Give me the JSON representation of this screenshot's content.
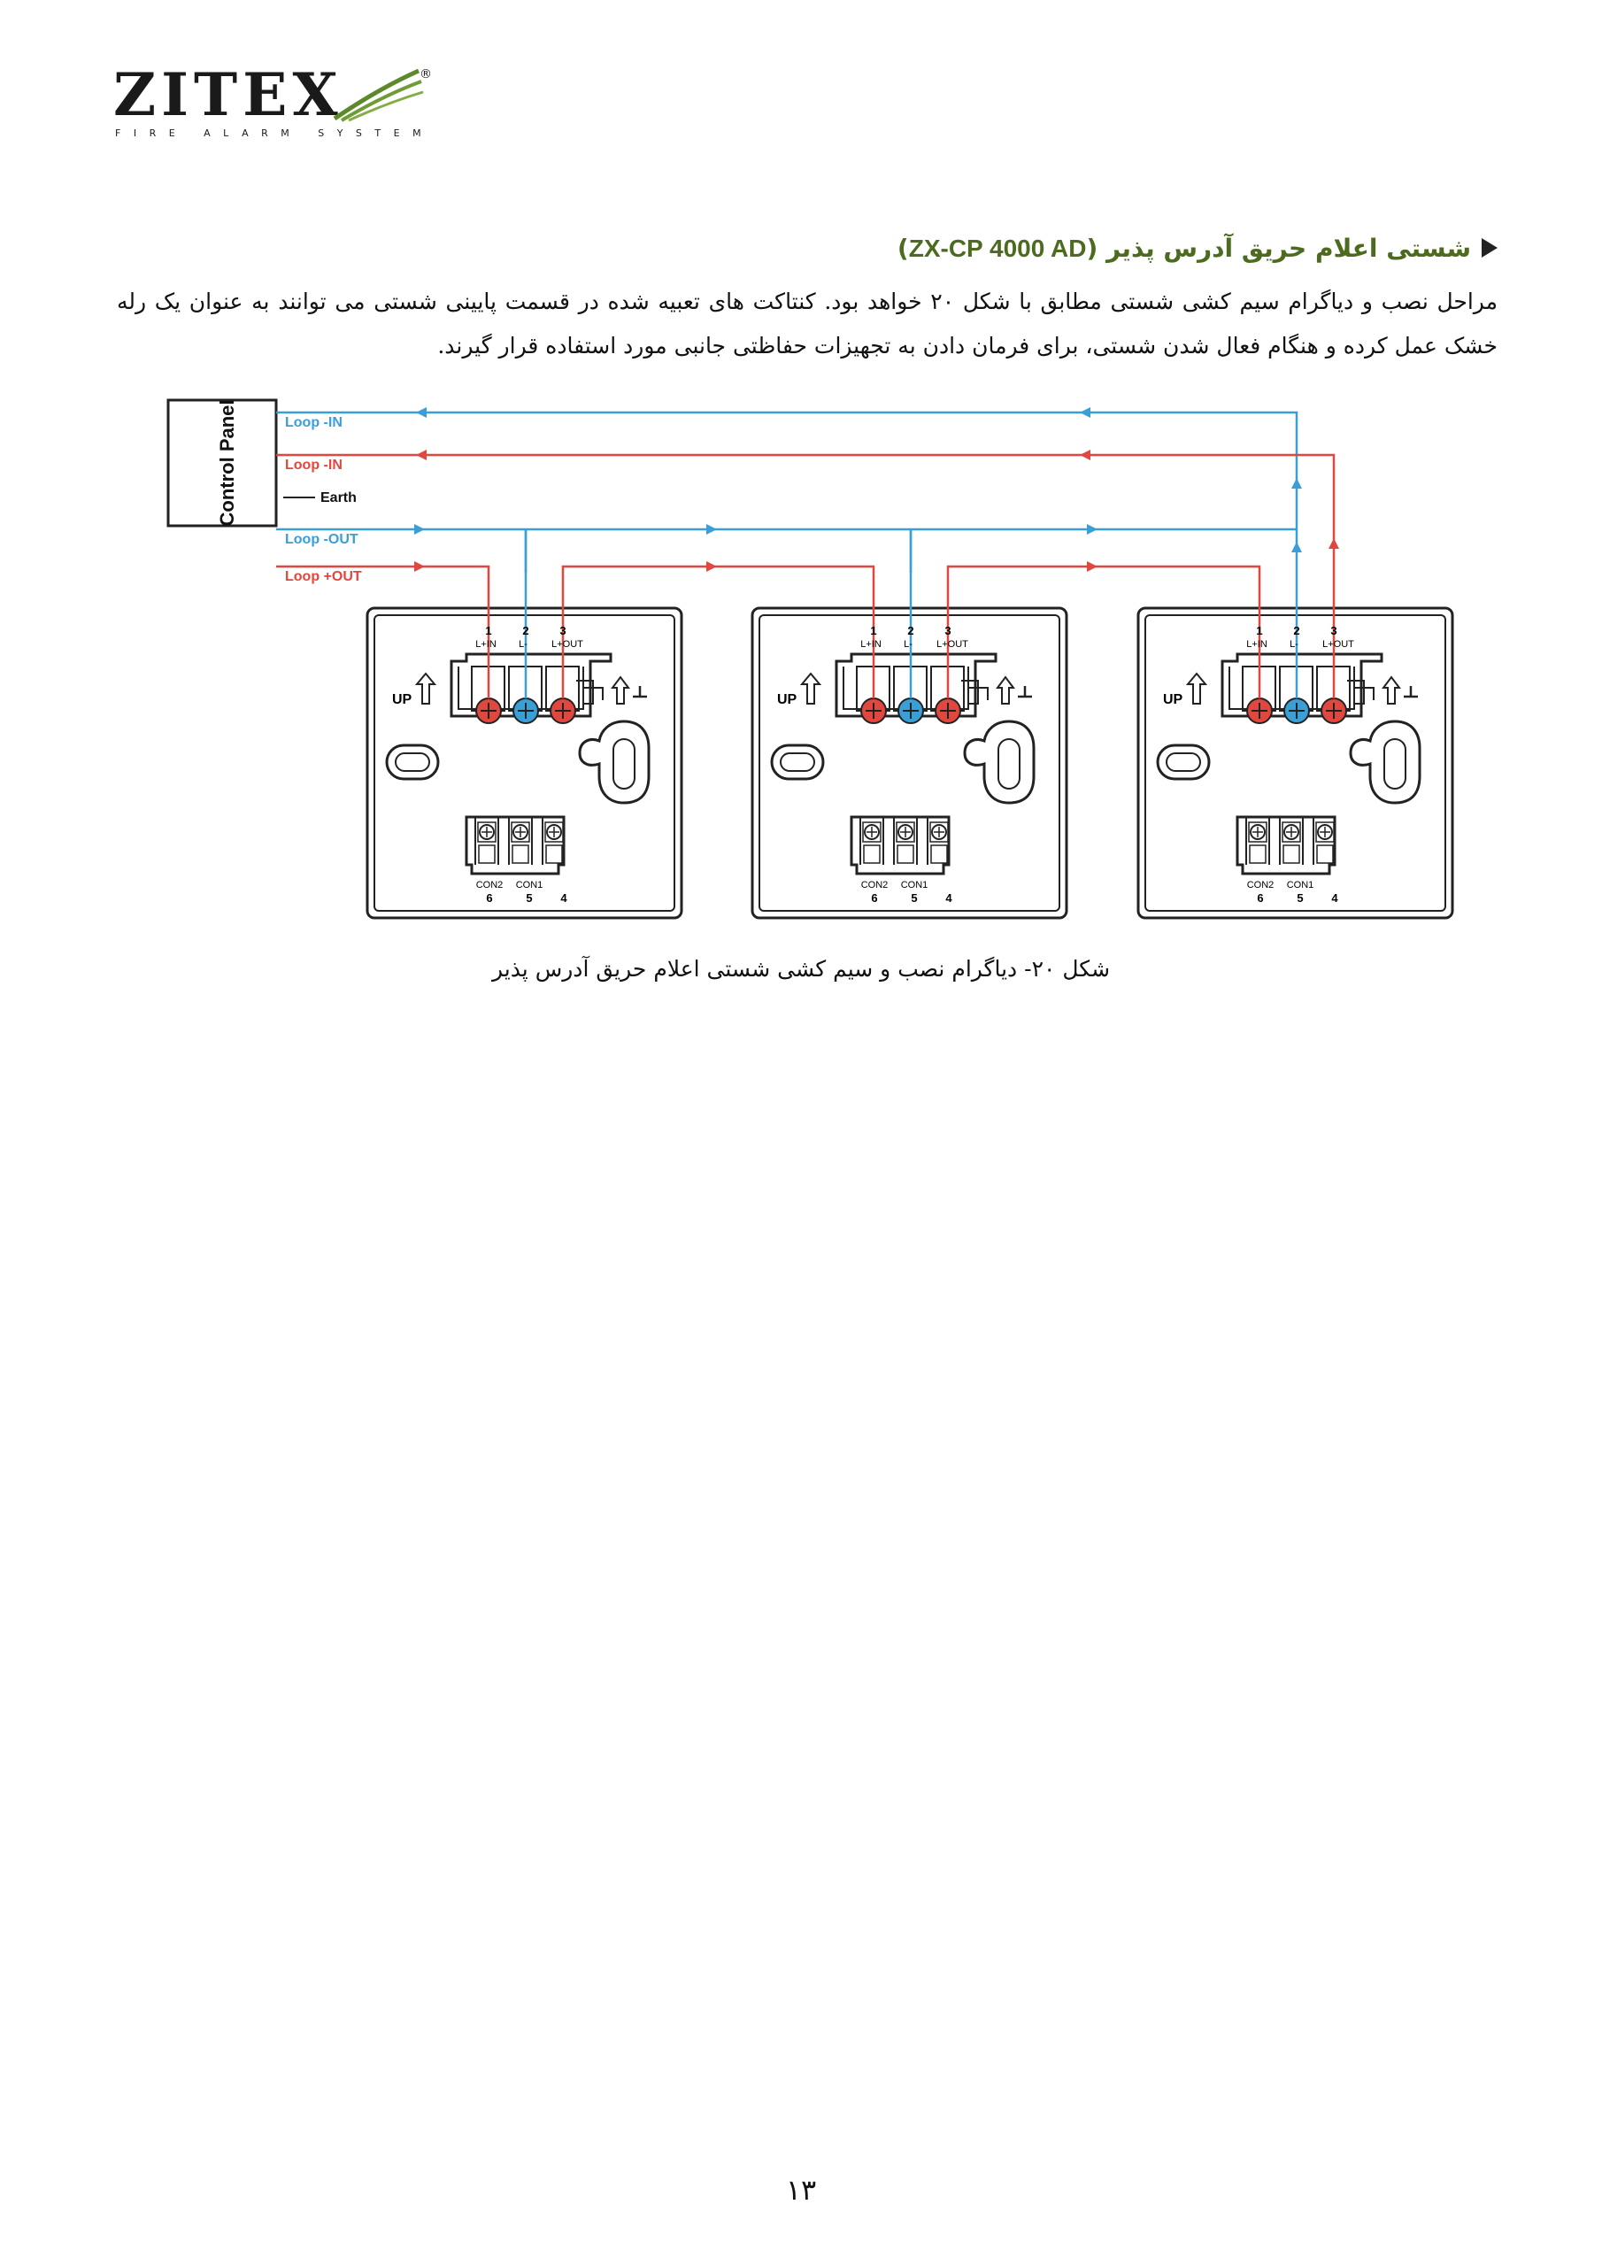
{
  "logo": {
    "brand": "ZITEX",
    "tagline": "FIRE ALARM SYSTEM",
    "registered": "®"
  },
  "section": {
    "title_text": "شستی اعلام حریق آدرس پذیر (",
    "title_model": "ZX-CP 4000 AD",
    "title_close": ")",
    "paragraph": "مراحل نصب و دیاگرام سیم کشی شستی مطابق با شکل ۲۰ خواهد بود. کنتاکت های تعبیه شده در قسمت پایینی شستی می توانند به عنوان یک رله خشک عمل کرده و هنگام فعال شدن شستی، برای فرمان دادن به تجهیزات حفاظتی جانبی مورد استفاده قرار گیرند."
  },
  "diagram": {
    "panel_label": "Control Panel",
    "wires": {
      "loop_in_neg": "Loop -IN",
      "loop_in_pos": "Loop -IN",
      "earth": "Earth",
      "loop_out_neg": "Loop -OUT",
      "loop_out_pos": "Loop +OUT"
    },
    "device": {
      "t1": "1",
      "t2": "2",
      "t3": "3",
      "l1": "L+IN",
      "l2": "L-",
      "l3": "L+OUT",
      "up": "UP",
      "con2": "CON2",
      "con1": "CON1",
      "b6": "6",
      "b5": "5",
      "b4": "4"
    },
    "colors": {
      "blue": "#3a9fd6",
      "red": "#e0473f"
    }
  },
  "caption": "شکل ۲۰- دیاگرام نصب و سیم کشی شستی اعلام حریق آدرس پذیر",
  "page_number": "۱۳"
}
